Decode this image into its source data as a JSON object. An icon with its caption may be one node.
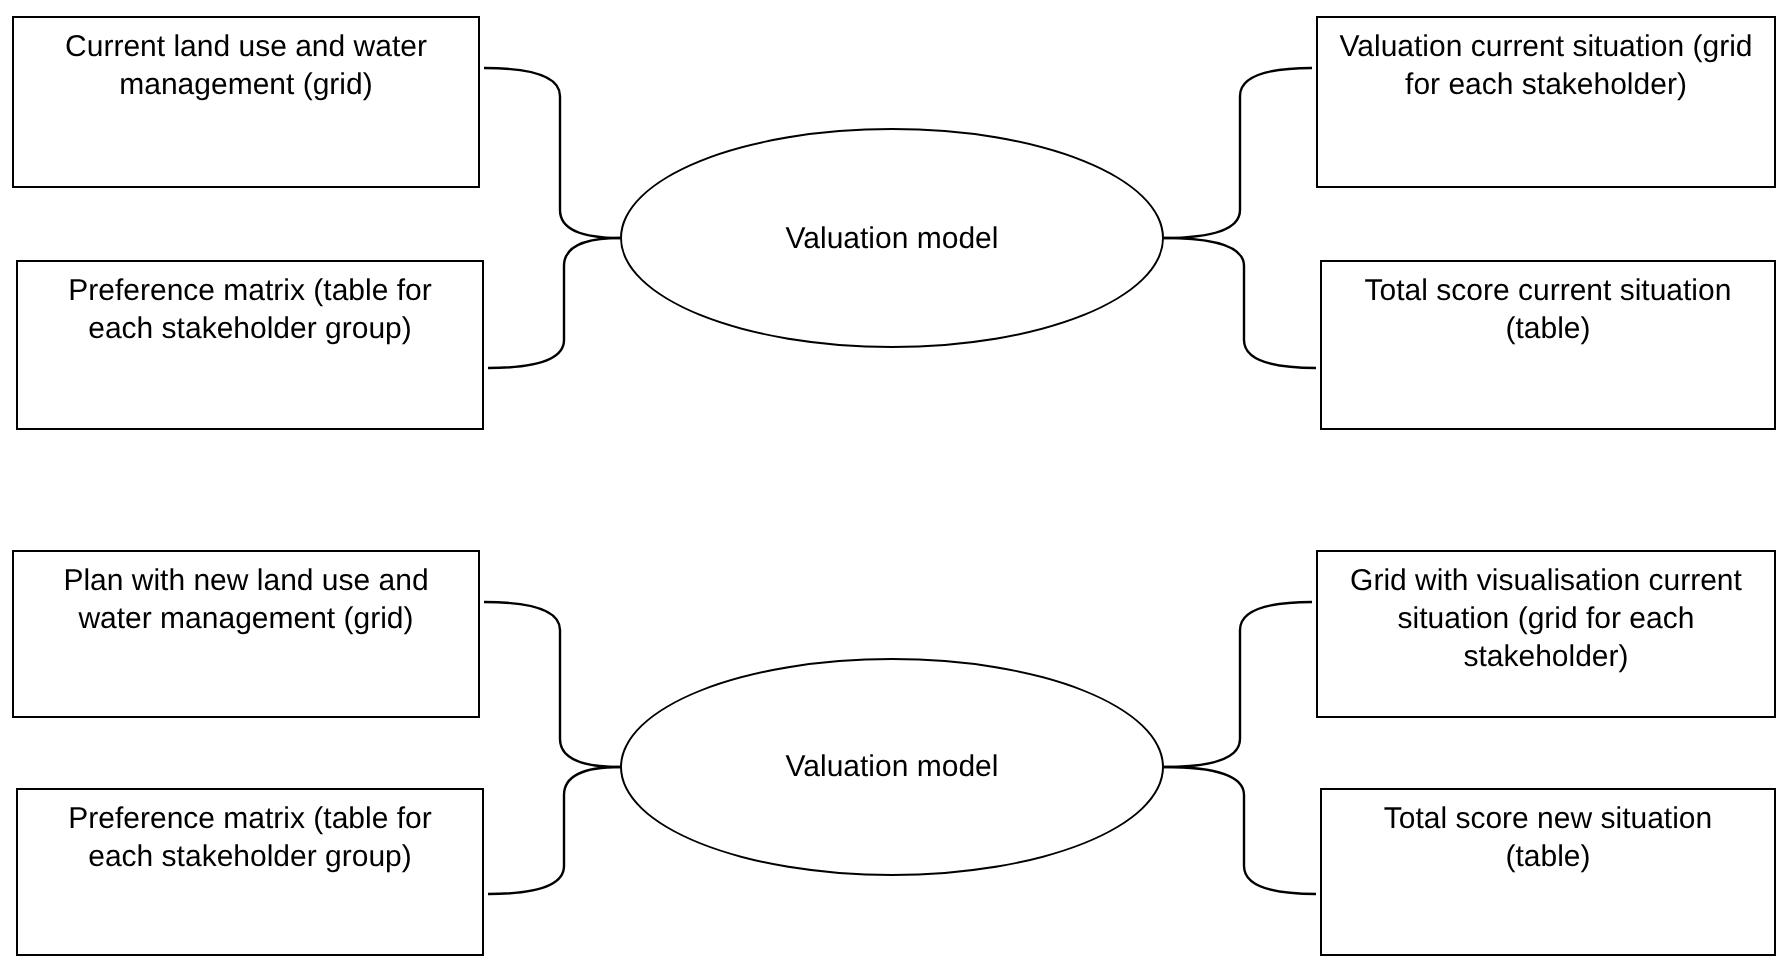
{
  "diagram": {
    "nodes": [
      {
        "text": [
          "Current land use and water management (grid)"
        ]
      },
      {
        "text": [
          "Preference matrix (table for each stakeholder group)"
        ]
      },
      {
        "text": [
          "Valuation model"
        ]
      },
      {
        "text": [
          "Valuation current situation (grid for each stakeholder)"
        ]
      },
      {
        "text": [
          "Total score current situation (table)"
        ]
      },
      {
        "text": [
          "Plan with new land use and water management (grid)"
        ]
      },
      {
        "text": [
          "Preference matrix (table for each stakeholder group)"
        ]
      },
      {
        "text": [
          "Valuation model"
        ]
      },
      {
        "text": [
          "Grid with visualisation current situation (grid for each stakeholder)"
        ]
      },
      {
        "text": [
          "Total score new situation (table)"
        ]
      }
    ],
    "edges": [
      {
        "from": 0,
        "to": 2,
        "arrow": "none"
      },
      {
        "from": 1,
        "to": 2,
        "arrow": "none"
      },
      {
        "from": 2,
        "to": 3,
        "arrow": "none"
      },
      {
        "from": 2,
        "to": 4,
        "arrow": "none"
      },
      {
        "from": 5,
        "to": 7,
        "arrow": "none"
      },
      {
        "from": 6,
        "to": 7,
        "arrow": "none"
      },
      {
        "from": 7,
        "to": 8,
        "arrow": "none"
      },
      {
        "from": 7,
        "to": 9,
        "arrow": "none"
      }
    ]
  }
}
